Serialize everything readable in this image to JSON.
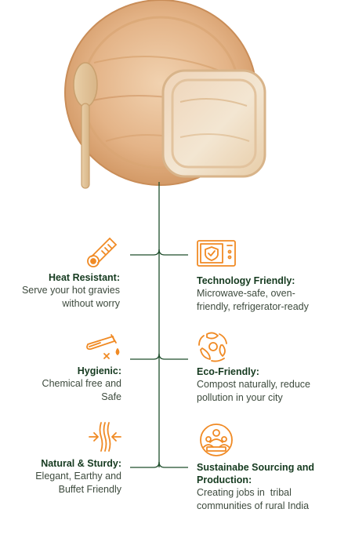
{
  "features": [
    {
      "title": "Heat Resistant:",
      "desc1": "Serve your hot gravies",
      "desc2": "without worry",
      "icon": "thermometer-icon"
    },
    {
      "title": "Technology Friendly:",
      "desc1": "Microwave-safe, oven-",
      "desc2": "friendly, refrigerator-ready",
      "icon": "microwave-icon"
    },
    {
      "title": "Hygienic:",
      "desc1": "Chemical free and",
      "desc2": "Safe",
      "icon": "test-tube-icon"
    },
    {
      "title": "Eco-Friendly:",
      "desc1": "Compost naturally, reduce",
      "desc2": "pollution in your city",
      "icon": "recycle-leaves-icon"
    },
    {
      "title": "Natural & Sturdy:",
      "desc1": "Elegant, Earthy and",
      "desc2": "Buffet Friendly",
      "icon": "pressure-arrows-icon"
    },
    {
      "title1": "Sustainabe Sourcing and",
      "title2": "Production:",
      "desc1": "Creating jobs in  tribal",
      "desc2": "communities of rural India",
      "icon": "community-icon"
    }
  ],
  "colors": {
    "accent": "#f08a24",
    "line": "#1e4d2b",
    "title": "#153a1f",
    "text": "#3d4a3d"
  }
}
